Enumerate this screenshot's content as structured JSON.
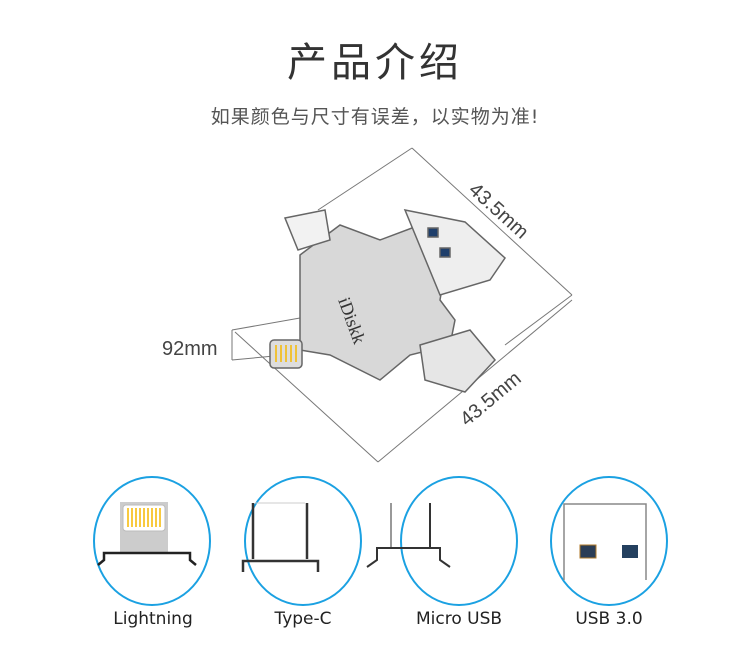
{
  "title": "产品介绍",
  "subtitle": "如果颜色与尺寸有误差，以实物为准!",
  "dimensions": {
    "length": "43.5mm",
    "width": "43.5mm",
    "height": "92mm"
  },
  "brand": "iDiskk",
  "connectors": [
    {
      "label": "Lightning"
    },
    {
      "label": "Type-C"
    },
    {
      "label": "Micro USB"
    },
    {
      "label": "USB 3.0"
    }
  ],
  "colors": {
    "circle": "#1ba1e2",
    "pins": "#f5b800"
  }
}
